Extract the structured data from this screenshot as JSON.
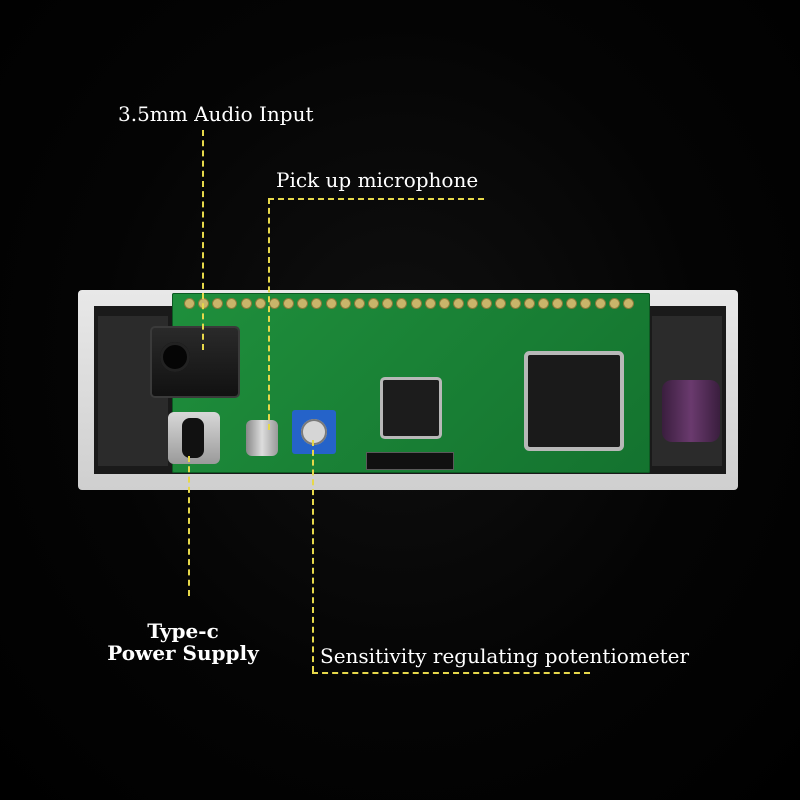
{
  "labels": {
    "audio_input": "3.5mm Audio Input",
    "microphone": "Pick up microphone",
    "typec_line1": "Type-c",
    "typec_line2": "Power Supply",
    "potentiometer": "Sensitivity regulating potentiometer"
  },
  "colors": {
    "background": "#000000",
    "callout_line": "#e6d84a",
    "pcb": "#1a8035",
    "label_text": "#ffffff"
  }
}
